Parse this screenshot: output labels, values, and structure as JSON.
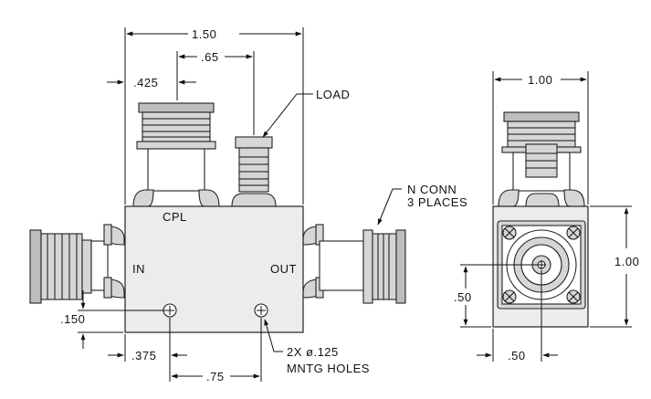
{
  "dimensions": {
    "overall_width": "1.50",
    "cpl_offset": ".425",
    "load_offset": ".65",
    "hole_bottom_offset": ".150",
    "hole_left_offset": ".375",
    "hole_spacing": ".75",
    "side_width": "1.00",
    "side_height": "1.00",
    "side_center_x": ".50",
    "side_center_y": ".50"
  },
  "labels": {
    "load": "LOAD",
    "n_conn_line1": "N CONN",
    "n_conn_line2": "3 PLACES",
    "cpl": "CPL",
    "in": "IN",
    "out": "OUT",
    "holes_line1": "2X ø.125",
    "holes_line2": "MNTG HOLES"
  },
  "colors": {
    "line": "#111111",
    "body_fill": "#ececec"
  }
}
